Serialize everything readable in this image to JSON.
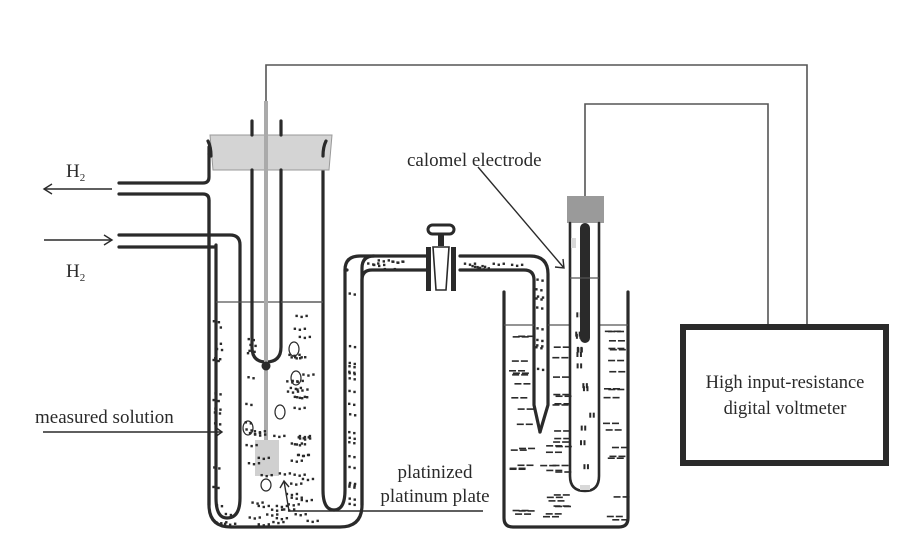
{
  "diagram": {
    "title": "Measurement of pH with hydrogen electrode and calomel electrode",
    "labels": {
      "h2_out": "H",
      "h2_out_sub": "2",
      "h2_in": "H",
      "h2_in_sub": "2",
      "measured_solution": "measured solution",
      "platinized_line1": "platinized",
      "platinized_line2": "platinum plate",
      "calomel_electrode": "calomel electrode",
      "voltmeter_line1": "High input-resistance",
      "voltmeter_line2": "digital voltmeter"
    },
    "components": [
      {
        "id": "hydrogen-electrode-vessel",
        "label": "measured solution"
      },
      {
        "id": "platinum-plate",
        "label": "platinized platinum plate"
      },
      {
        "id": "salt-bridge",
        "label": ""
      },
      {
        "id": "stopcock",
        "label": ""
      },
      {
        "id": "calomel-electrode",
        "label": "calomel electrode"
      },
      {
        "id": "voltmeter",
        "label": "High input-resistance digital voltmeter"
      }
    ],
    "colors": {
      "line": "#2a2a2a",
      "stopper": "#d4d4d4",
      "calomel_cap": "#9a9a9a",
      "plate": "#d0d0d0",
      "wire": "#555555"
    }
  }
}
